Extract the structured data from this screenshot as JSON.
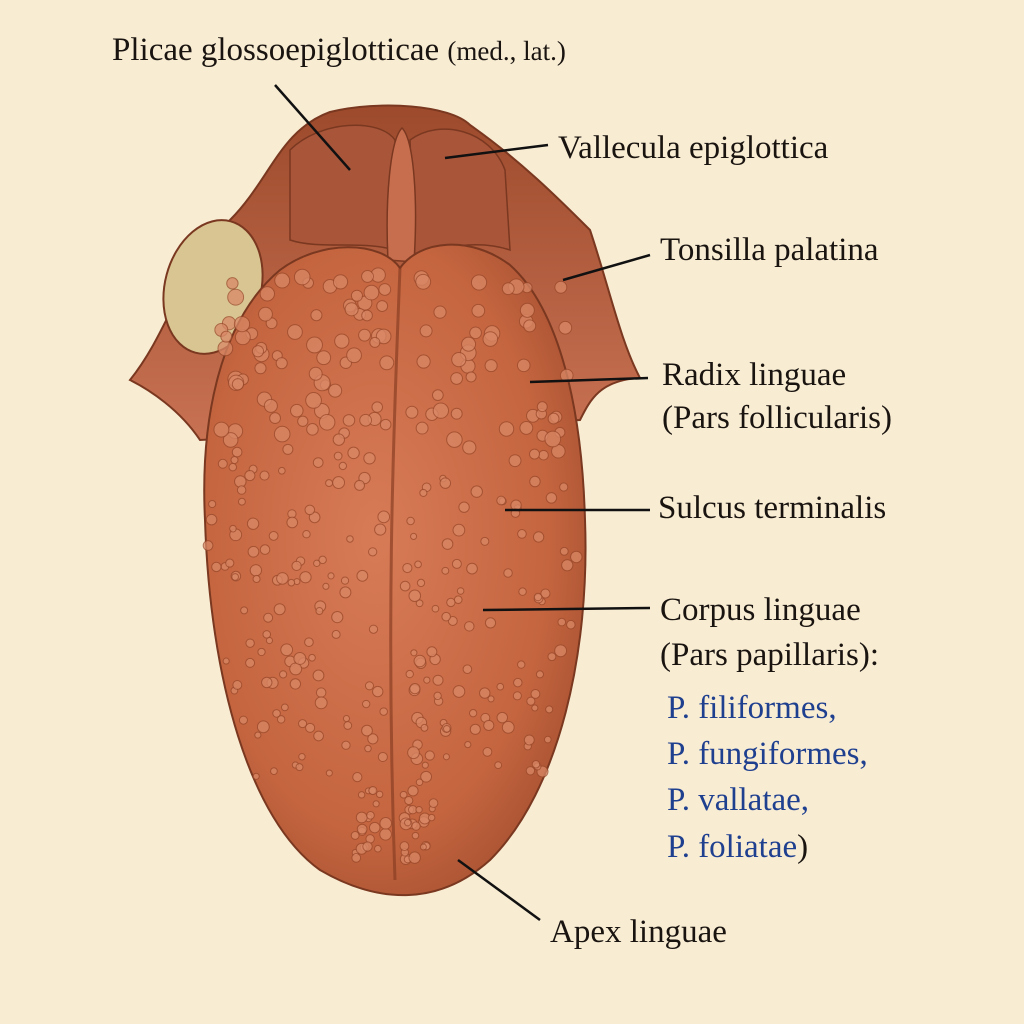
{
  "labels": {
    "plicae": "Plicae glossoepiglotticae",
    "plicae_sub": "(med., lat.)",
    "vallecula": "Vallecula epiglottica",
    "tonsilla": "Tonsilla palatina",
    "radix": "Radix linguae",
    "radix_sub": "(Pars follicularis)",
    "sulcus": "Sulcus terminalis",
    "corpus": "Corpus linguae",
    "corpus_sub": "(Pars papillaris):",
    "papillae": [
      "P. filiformes,",
      "P. fungiformes,",
      "P. vallatae,",
      "P. foliatae"
    ],
    "papillae_close": ")",
    "apex": "Apex linguae"
  },
  "colors": {
    "background": "#f8ecd3",
    "tongue": "#c96a48",
    "papillae_text": "#1f3f8f"
  }
}
